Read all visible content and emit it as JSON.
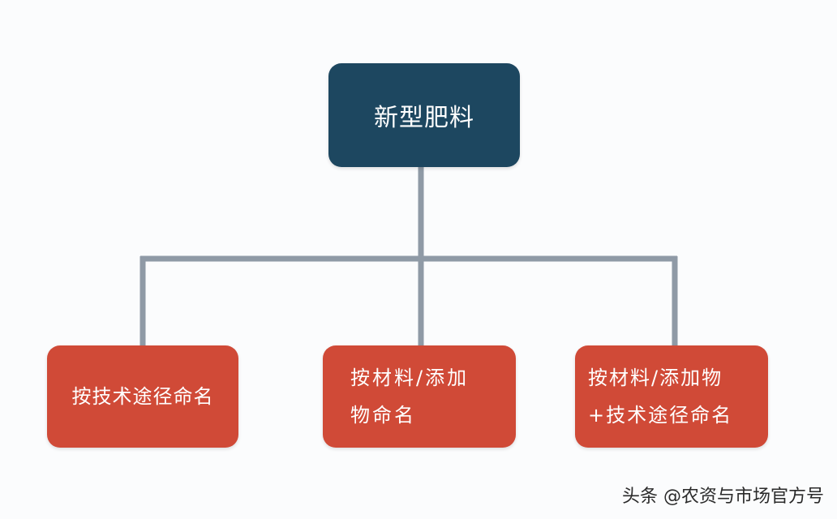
{
  "diagram": {
    "root": {
      "label": "新型肥料"
    },
    "children": [
      {
        "label": "按技术途径命名"
      },
      {
        "label": "按材料/添加物命名",
        "lines": [
          "按材料/添加",
          "物命名"
        ]
      },
      {
        "label": "按材料/添加物+技术途径命名",
        "lines": [
          "按材料/添加物",
          "+技术途径命名"
        ]
      }
    ],
    "connector_color": "#8f9aa6"
  },
  "watermark": "头条 @农资与市场官方号"
}
